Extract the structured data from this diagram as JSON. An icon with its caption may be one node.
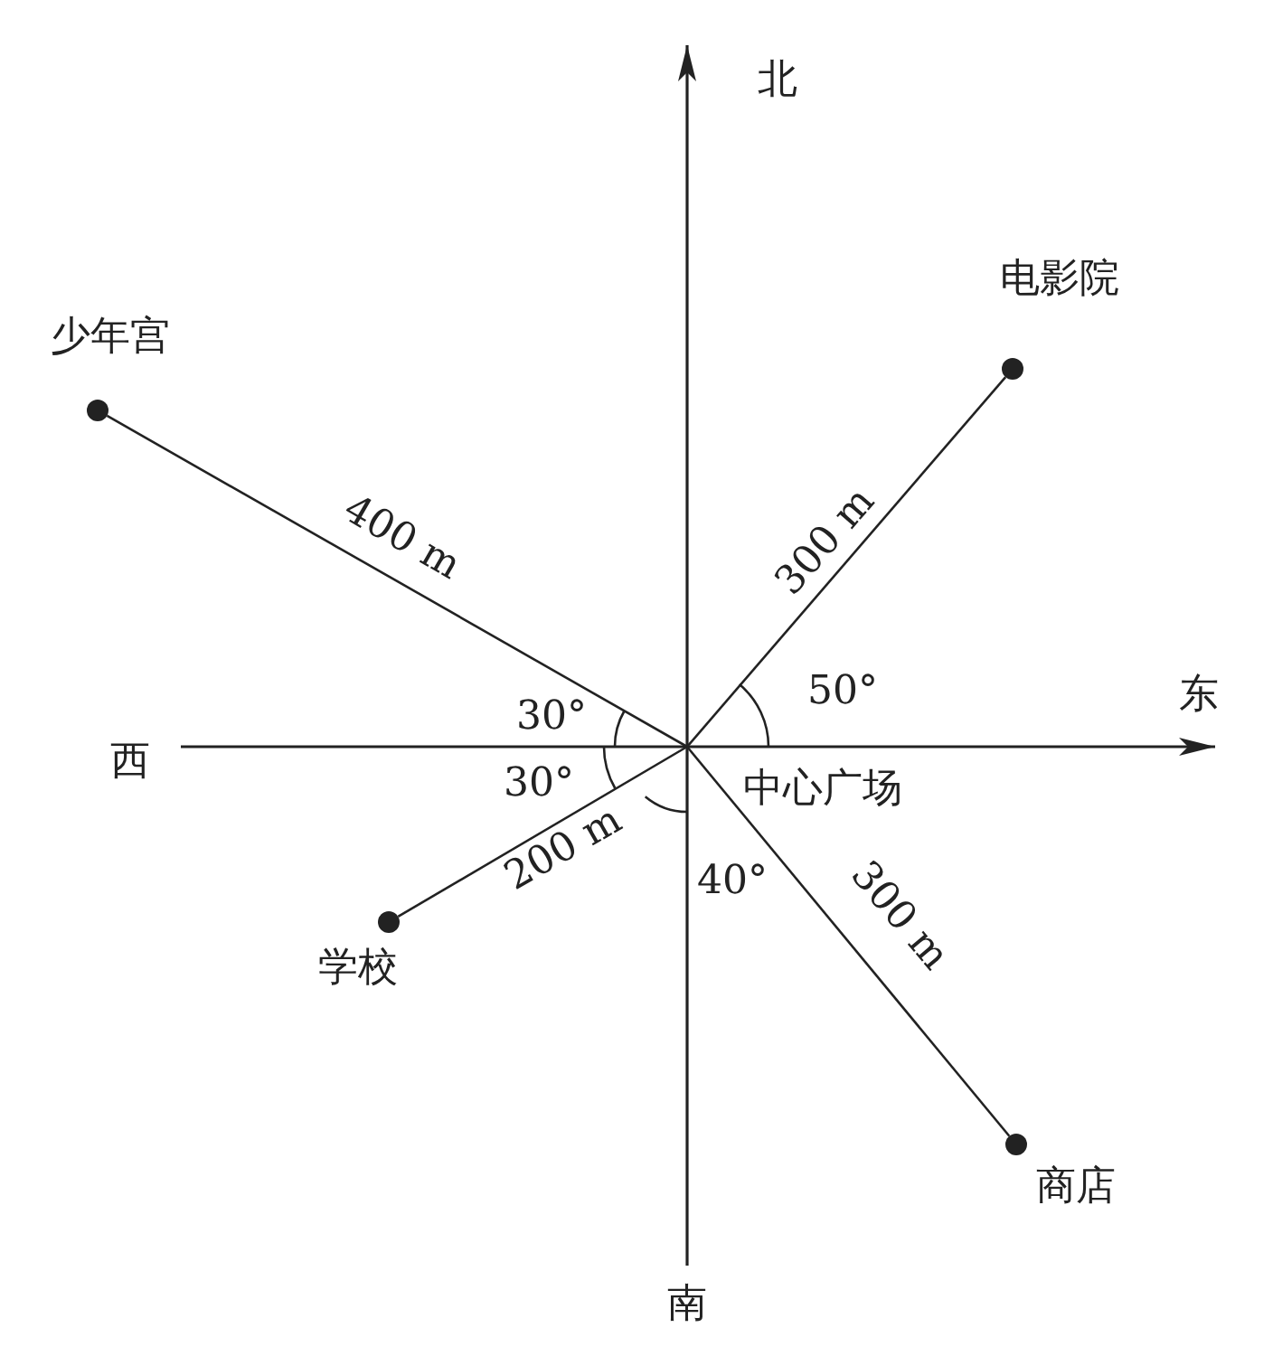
{
  "diagram": {
    "nodes": [
      {
        "text": [
          "中心广场"
        ]
      },
      {
        "text": [
          "少年宫"
        ]
      },
      {
        "text": [
          "电影院"
        ]
      },
      {
        "text": [
          "学校"
        ]
      },
      {
        "text": [
          "商店"
        ]
      }
    ],
    "edges": [
      {
        "from": 0,
        "to": 1,
        "arrow": "none",
        "label": "400 m"
      },
      {
        "from": 0,
        "to": 2,
        "arrow": "none",
        "label": "300 m"
      },
      {
        "from": 0,
        "to": 3,
        "arrow": "none",
        "label": "200 m"
      },
      {
        "from": 0,
        "to": 4,
        "arrow": "none",
        "label": "300 m"
      }
    ],
    "labels": [
      "北",
      "东",
      "西",
      "南",
      "30°",
      "30°",
      "50°",
      "40°"
    ]
  }
}
